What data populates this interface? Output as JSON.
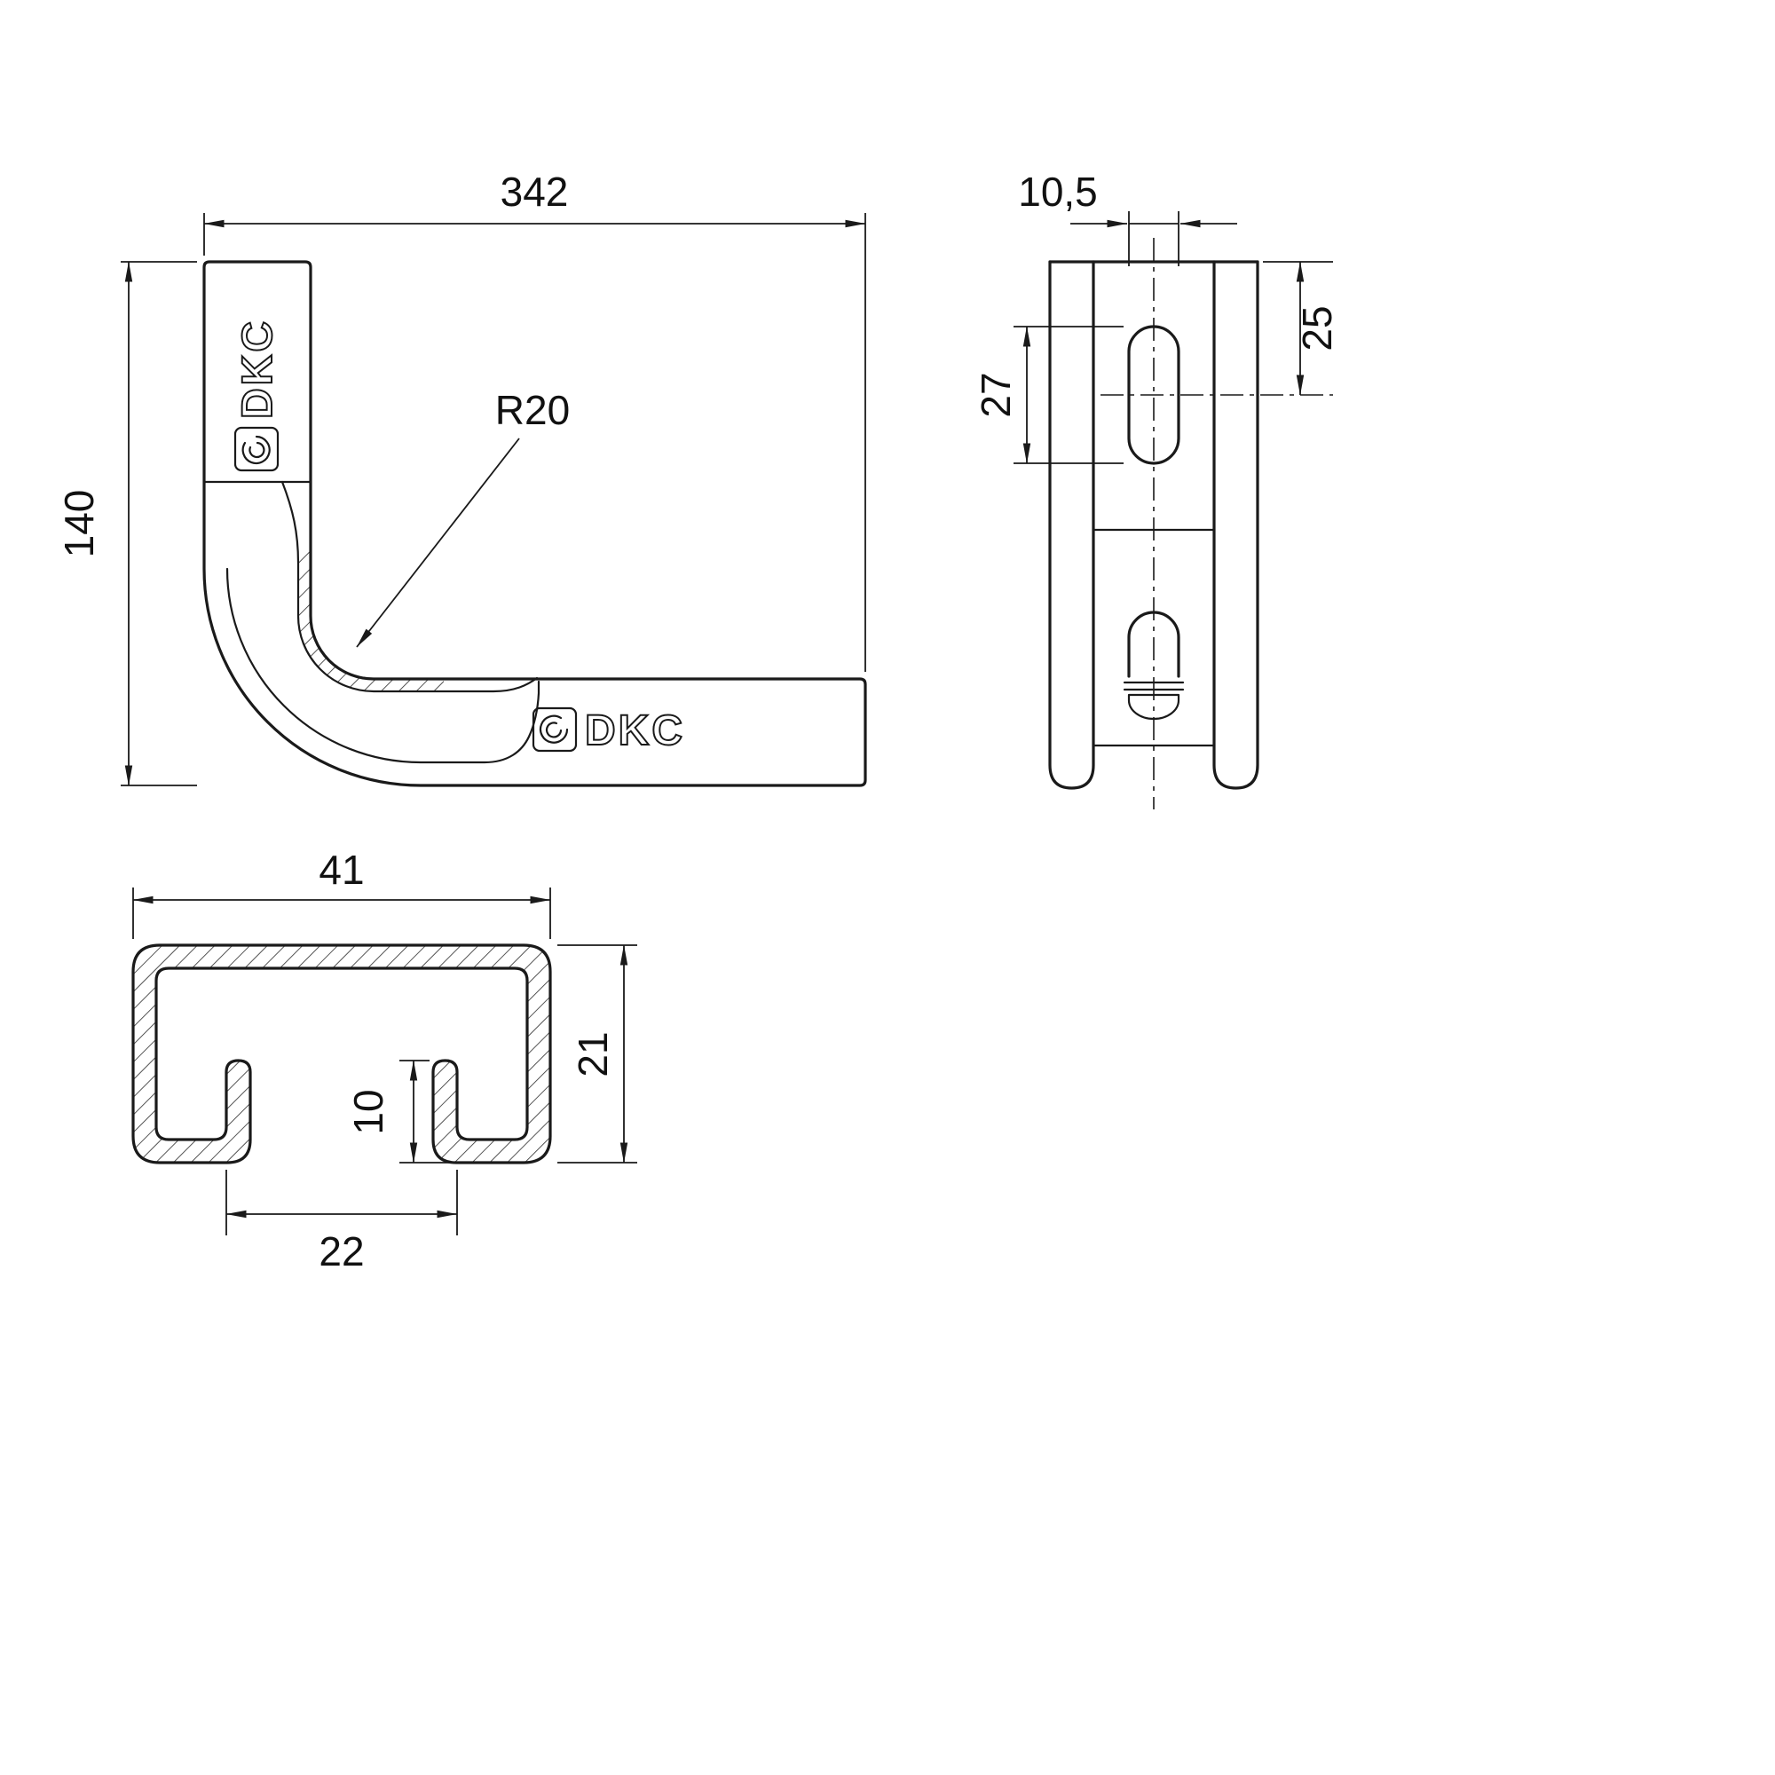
{
  "drawing": {
    "brand": "DKC",
    "front_view": {
      "dim_width": "342",
      "dim_height": "140",
      "radius_label": "R20"
    },
    "side_view": {
      "dim_top_width": "10,5",
      "dim_slot_center": "25",
      "dim_slot_length": "27"
    },
    "section_view": {
      "dim_width": "41",
      "dim_height": "21",
      "dim_lip_height": "10",
      "dim_opening": "22"
    },
    "colors": {
      "line": "#1a1a1a",
      "background": "#ffffff"
    }
  }
}
